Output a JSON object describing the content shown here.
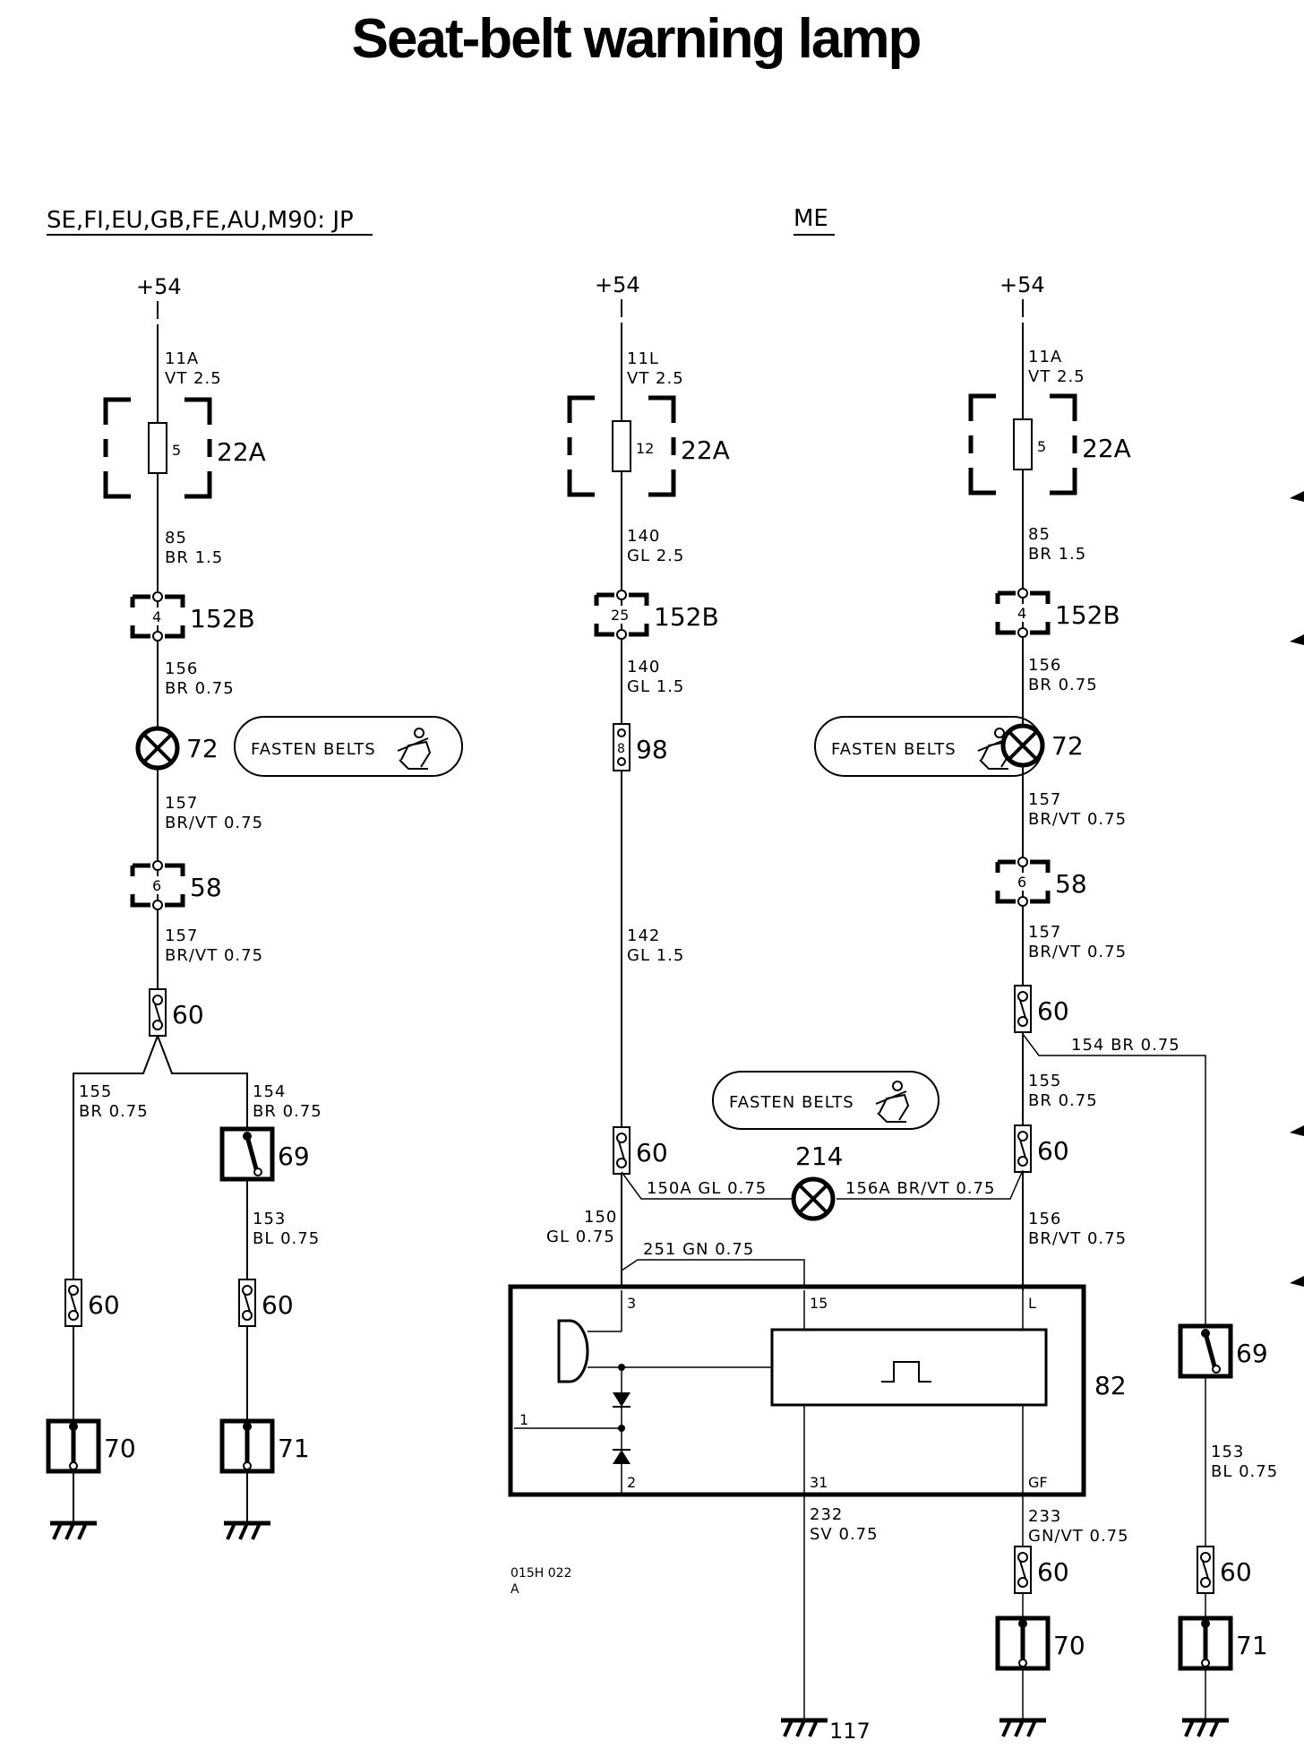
{
  "title": "Seat-belt warning lamp",
  "variants": {
    "left": "SE,FI,EU,GB,FE,AU,M90: JP",
    "right": "ME"
  },
  "supply": "+54",
  "fuse_component": "22A",
  "fuse_pins": {
    "left": "5",
    "middle": "12",
    "right": "5"
  },
  "connector_152b": {
    "label": "152B",
    "pin_left": "4",
    "pin_middle": "25",
    "pin_right": "4"
  },
  "connector_58": {
    "label": "58",
    "pin": "6"
  },
  "connector_98": {
    "label": "98",
    "pin": "8"
  },
  "splice": "60",
  "lamp_72": "72",
  "lamp_214": "214",
  "switch_69": "69",
  "belt_70": "70",
  "belt_71": "71",
  "module_82": "82",
  "ground_117": "117",
  "fasten_belts": "FASTEN BELTS",
  "module_pins": {
    "p3": "3",
    "p15": "15",
    "pL": "L",
    "p1": "1",
    "p2": "2",
    "p31": "31",
    "pGF": "GF"
  },
  "wires": {
    "w11A": "11A",
    "vt25": "VT 2.5",
    "w11L": "11L",
    "w85": "85",
    "br15": "BR 1.5",
    "w140": "140",
    "gl25": "GL 2.5",
    "gl15": "GL 1.5",
    "w156": "156",
    "br075": "BR 0.75",
    "w157": "157",
    "brvt075": "BR/VT 0.75",
    "w142": "142",
    "w155": "155",
    "w154": "154",
    "w153": "153",
    "bl075": "BL 0.75",
    "w154r": "154 BR 0.75",
    "w150a": "150A GL 0.75",
    "w156a": "156A BR/VT 0.75",
    "w150": "150",
    "gl075": "GL 0.75",
    "w251": "251 GN 0.75",
    "w232": "232",
    "sv075": "SV 0.75",
    "w233": "233",
    "gnvt075": "GN/VT 0.75"
  },
  "drawing_ref": {
    "number": "015H 022",
    "revision": "A"
  }
}
